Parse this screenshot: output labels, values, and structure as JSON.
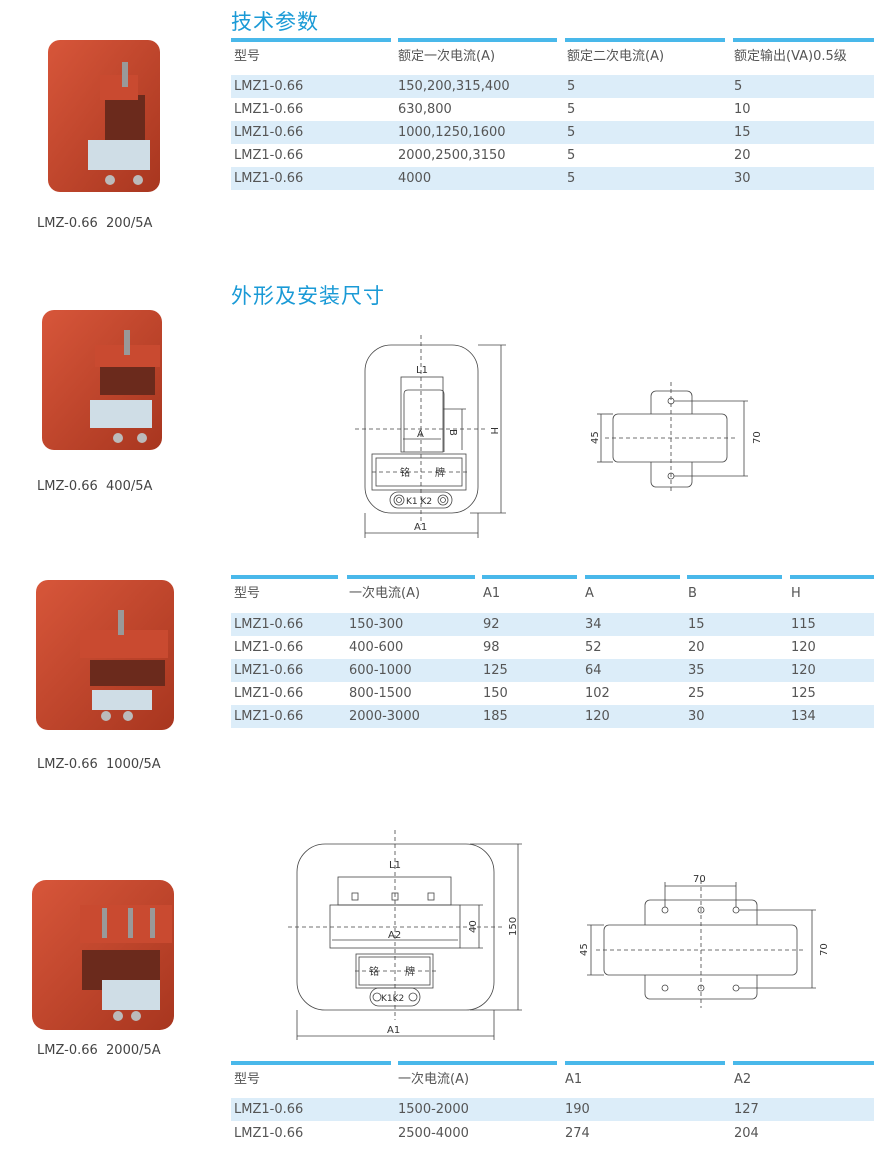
{
  "sections": {
    "specs_title": "技术参数",
    "dims_title": "外形及安装尺寸"
  },
  "products": [
    {
      "caption": "LMZ-0.66  200/5A"
    },
    {
      "caption": "LMZ-0.66  400/5A"
    },
    {
      "caption": "LMZ-0.66  1000/5A"
    },
    {
      "caption": "LMZ-0.66  2000/5A"
    }
  ],
  "table1": {
    "headers": [
      "型号",
      "额定一次电流(A)",
      "额定二次电流(A)",
      "额定输出(VA)0.5级"
    ],
    "rows": [
      [
        "LMZ1-0.66",
        "150,200,315,400",
        "5",
        "5"
      ],
      [
        "LMZ1-0.66",
        "630,800",
        "5",
        "10"
      ],
      [
        "LMZ1-0.66",
        "1000,1250,1600",
        "5",
        "15"
      ],
      [
        "LMZ1-0.66",
        "2000,2500,3150",
        "5",
        "20"
      ],
      [
        "LMZ1-0.66",
        "4000",
        "5",
        "30"
      ]
    ]
  },
  "table2": {
    "headers": [
      "型号",
      "一次电流(A)",
      "A1",
      "A",
      "B",
      "H"
    ],
    "rows": [
      [
        "LMZ1-0.66",
        "150-300",
        "92",
        "34",
        "15",
        "115"
      ],
      [
        "LMZ1-0.66",
        "400-600",
        "98",
        "52",
        "20",
        "120"
      ],
      [
        "LMZ1-0.66",
        "600-1000",
        "125",
        "64",
        "35",
        "120"
      ],
      [
        "LMZ1-0.66",
        "800-1500",
        "150",
        "102",
        "25",
        "125"
      ],
      [
        "LMZ1-0.66",
        "2000-3000",
        "185",
        "120",
        "30",
        "134"
      ]
    ]
  },
  "table3": {
    "headers": [
      "型号",
      "一次电流(A)",
      "A1",
      "A2"
    ],
    "rows": [
      [
        "LMZ1-0.66",
        "1500-2000",
        "190",
        "127"
      ],
      [
        "LMZ1-0.66",
        "2500-4000",
        "274",
        "204"
      ]
    ]
  },
  "diagram1": {
    "l1": "L1",
    "a": "A",
    "b": "B",
    "h": "H",
    "a1": "A1",
    "nameplate_1": "铭",
    "nameplate_2": "牌",
    "k1k2": "K1 K2",
    "side_45": "45",
    "side_70": "70"
  },
  "diagram2": {
    "l1": "L1",
    "a2": "A2",
    "d40": "40",
    "d150": "150",
    "a1": "A1",
    "nameplate_1": "铭",
    "nameplate_2": "牌",
    "k1k2": "K1K2",
    "side_70_top": "70",
    "side_45": "45",
    "side_70": "70"
  },
  "colors": {
    "accent": "#1a9ad6",
    "bar": "#49b8ea",
    "band": "#dcedf9",
    "product": "#c2452c"
  }
}
